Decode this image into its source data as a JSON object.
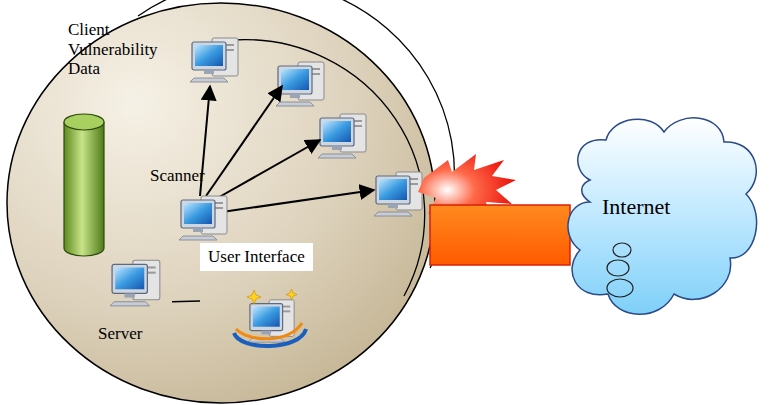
{
  "diagram": {
    "nodes": [
      {
        "text": [
          "Client Vulnerability Data"
        ]
      },
      {
        "text": [
          "Scanner"
        ]
      },
      {
        "text": [
          "User Interface"
        ]
      },
      {
        "text": [
          "Server"
        ]
      },
      {
        "text": [
          "Internet"
        ]
      }
    ],
    "edges": [
      {
        "from": 3,
        "to": 2,
        "arrow": "none"
      }
    ]
  }
}
